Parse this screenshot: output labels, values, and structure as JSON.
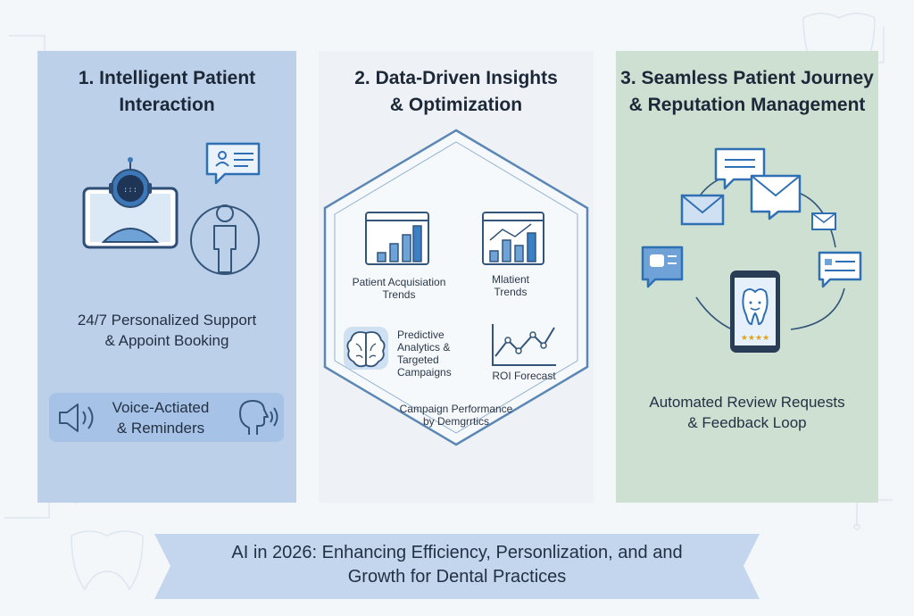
{
  "panels": [
    {
      "title_line1": "1. Intelligent Patient",
      "title_line2": "Interaction",
      "feature_line1": "24/7 Personalized Support",
      "feature_line2": "& Appoint Booking",
      "voice_line1": "Voice-Actiated",
      "voice_line2": "& Reminders"
    },
    {
      "title_line1": "2. Data-Driven Insights",
      "title_line2": "& Optimization",
      "items": [
        {
          "line1": "Patient Acquisiation",
          "line2": "Trends"
        },
        {
          "line1": "Mlatient",
          "line2": "Trends"
        },
        {
          "line1": "Predictive",
          "line2": "Analytics &",
          "line3": "Targeted",
          "line4": "Campaigns"
        },
        {
          "line1": "ROI Forecast"
        },
        {
          "line1": "Campaign Performance",
          "line2": "by Demgrrtics"
        }
      ]
    },
    {
      "title_line1": "3. Seamless Patient Journey",
      "title_line2": "& Reputation Management",
      "feature_line1": "Automated Review Requests",
      "feature_line2": "& Feedback Loop"
    }
  ],
  "banner": {
    "line1": "AI in 2026: Enhancing Efficiency, Personlization, and   and",
    "line2": "Growth for Dental Practices"
  },
  "icons": [
    "chatbot-robot-icon",
    "chat-bubble-icon",
    "person-icon",
    "speaker-icon",
    "voice-head-icon",
    "bar-chart-window-icon",
    "brain-icon",
    "line-chart-icon",
    "email-icon",
    "message-icon",
    "smartphone-tooth-icon"
  ],
  "colors": {
    "panel1": "#bcd0ea",
    "panel2": "#eef2f6",
    "panel3": "#cde0d2",
    "accent": "#3d7fc4",
    "stroke": "#34557a",
    "banner": "#c4d6ee"
  }
}
